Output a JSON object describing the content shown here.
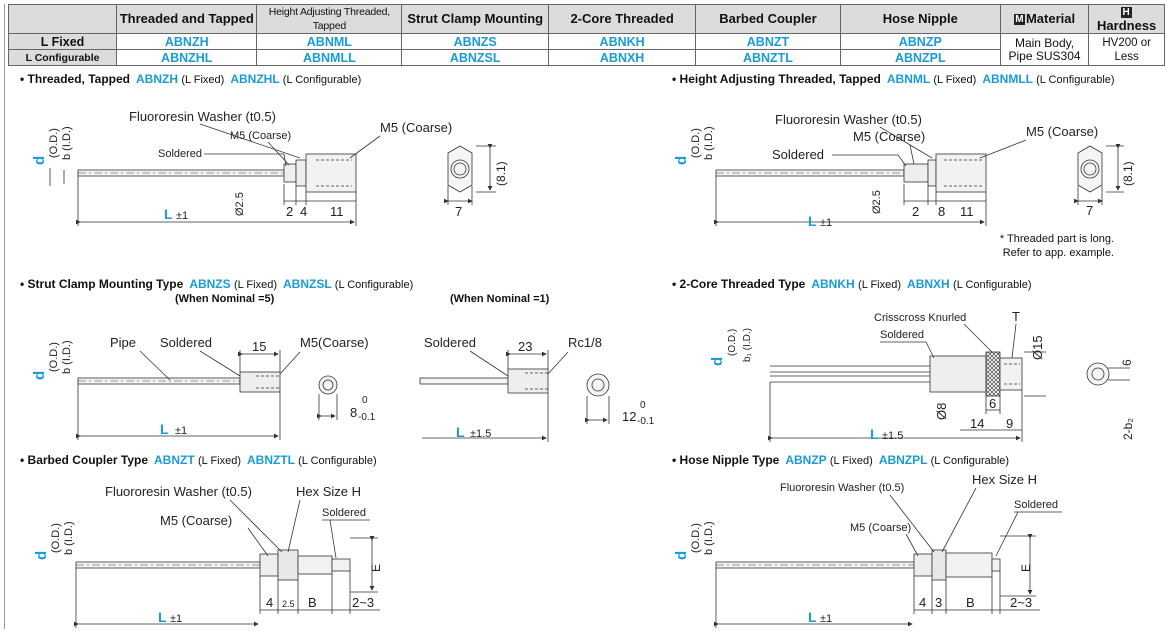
{
  "table": {
    "headers": [
      "Threaded and Tapped",
      "Height Adjusting Threaded, Tapped",
      "Strut Clamp Mounting",
      "2-Core Threaded",
      "Barbed Coupler",
      "Hose Nipple",
      "Material",
      "Hardness"
    ],
    "badge_material": "M",
    "badge_hardness": "H",
    "row_fixed": {
      "label": "L Fixed",
      "codes": [
        "ABNZH",
        "ABNML",
        "ABNZS",
        "ABNKH",
        "ABNZT",
        "ABNZP"
      ]
    },
    "row_config": {
      "label": "L Configurable",
      "codes": [
        "ABNZHL",
        "ABNMLL",
        "ABNZSL",
        "ABNXH",
        "ABNZTL",
        "ABNZPL"
      ]
    },
    "material": "Main Body, Pipe SUS304",
    "hardness": "HV200 or Less"
  },
  "sections": {
    "threaded": {
      "title": "• Threaded, Tapped",
      "code_fixed": "ABNZH",
      "code_config": "ABNZHL"
    },
    "height": {
      "title": "• Height Adjusting Threaded, Tapped",
      "code_fixed": "ABNML",
      "code_config": "ABNMLL"
    },
    "strut": {
      "title": "• Strut Clamp Mounting Type",
      "code_fixed": "ABNZS",
      "code_config": "ABNZSL",
      "sub1": "(When Nominal =5)",
      "sub2": "(When Nominal =1)"
    },
    "twocore": {
      "title": "• 2-Core Threaded Type",
      "code_fixed": "ABNKH",
      "code_config": "ABNXH"
    },
    "barbed": {
      "title": "• Barbed Coupler Type",
      "code_fixed": "ABNZT",
      "code_config": "ABNZTL"
    },
    "hose": {
      "title": "• Hose Nipple Type",
      "code_fixed": "ABNZP",
      "code_config": "ABNZPL"
    },
    "fixed_tag": "(L Fixed)",
    "config_tag": "(L Configurable)"
  },
  "labels": {
    "d_od": "d",
    "od": "(O.D.)",
    "b_id": "b (I.D.)",
    "b1_id": "b₁ (I.D.)",
    "washer": "Fluororesin Washer (t0.5)",
    "m5": "M5 (Coarse)",
    "m5_nospace": "M5(Coarse)",
    "soldered": "Soldered",
    "pipe": "Pipe",
    "rc": "Rc1/8",
    "knurl": "Crisscross Knurled",
    "hex": "Hex Size H",
    "T": "T",
    "B": "B",
    "E": "E",
    "L": "L",
    "tol1": "±1",
    "tol15": "±1.5",
    "phi25": "Ø2.5",
    "phi8": "Ø8",
    "phi15": "Ø15",
    "n2": "2",
    "n4": "4",
    "n11": "11",
    "n7": "7",
    "n81": "(8.1)",
    "n8": "8",
    "n15": "15",
    "n23": "23",
    "n6": "6",
    "n14": "14",
    "n9": "9",
    "n3": "3",
    "n25": "2.5",
    "range23": "2~3",
    "tol_8": "8",
    "tol_12": "12",
    "tol_0": "0",
    "tol_m01": "-0.1",
    "twob2": "2-b₂",
    "note1": "* Threaded part is long.",
    "note2": "Refer to app. example."
  }
}
